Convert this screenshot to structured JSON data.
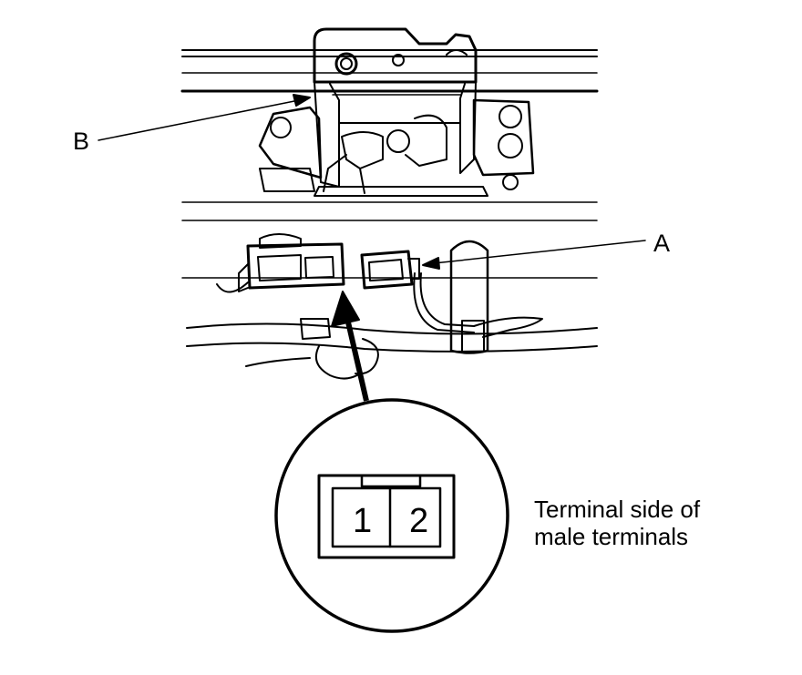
{
  "labels": {
    "a": "A",
    "b": "B"
  },
  "caption": {
    "line1": "Terminal side of",
    "line2": "male terminals"
  },
  "connector_pins": [
    "1",
    "2"
  ],
  "colors": {
    "ink": "#000000",
    "background": "#ffffff"
  }
}
